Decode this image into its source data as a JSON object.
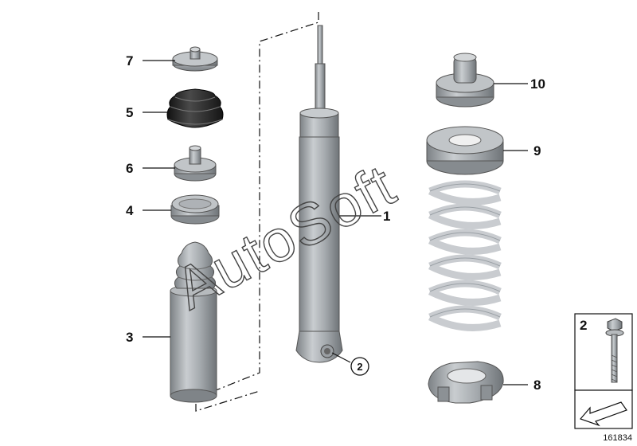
{
  "watermark": "AutoSoft",
  "diagram_number": "161834",
  "parts": [
    {
      "number": "7",
      "part": "upper-support-washer"
    },
    {
      "number": "5",
      "part": "protection-cap"
    },
    {
      "number": "6",
      "part": "support-bearing"
    },
    {
      "number": "4",
      "part": "support-plate"
    },
    {
      "number": "3",
      "part": "dust-cover"
    },
    {
      "number": "1",
      "part": "shock-absorber"
    },
    {
      "number": "2",
      "part": "hex-bolt"
    },
    {
      "number": "10",
      "part": "additional-damper"
    },
    {
      "number": "9",
      "part": "upper-spring-pad"
    },
    {
      "number": "8",
      "part": "lower-spring-pad"
    }
  ],
  "inset": {
    "number": "2"
  },
  "colors": {
    "metal": "#9ea3a8",
    "rubber": "#2a2a2a",
    "spring": "#d9dcdf",
    "lines": "#111111"
  }
}
